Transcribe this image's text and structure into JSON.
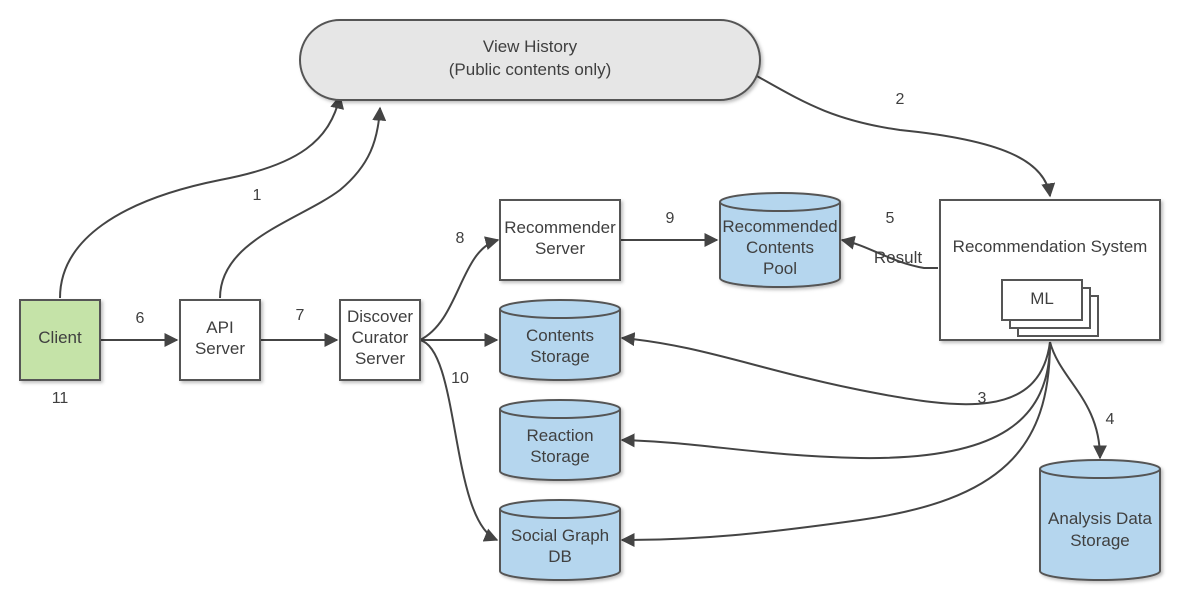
{
  "colors": {
    "client_fill": "#c5e3a8",
    "box_fill": "#ffffff",
    "storage_fill": "#b5d6ee",
    "history_fill": "#e6e6e6",
    "stroke": "#555555"
  },
  "nodes": {
    "view_history": {
      "line1": "View History",
      "line2": "(Public contents only)"
    },
    "client": {
      "label": "Client",
      "step": "11"
    },
    "api_server": {
      "line1": "API",
      "line2": "Server"
    },
    "discover_curator": {
      "line1": "Discover",
      "line2": "Curator",
      "line3": "Server"
    },
    "recommender_server": {
      "line1": "Recommender",
      "line2": "Server"
    },
    "recommended_pool": {
      "line1": "Recommended",
      "line2": "Contents",
      "line3": "Pool"
    },
    "recommendation_system": {
      "label": "Recommendation System",
      "ml": "ML"
    },
    "contents_storage": {
      "line1": "Contents",
      "line2": "Storage"
    },
    "reaction_storage": {
      "line1": "Reaction",
      "line2": "Storage"
    },
    "social_graph_db": {
      "line1": "Social Graph",
      "line2": "DB"
    },
    "analysis_storage": {
      "line1": "Analysis Data",
      "line2": "Storage"
    }
  },
  "edges": {
    "e1": "1",
    "e2": "2",
    "e3": "3",
    "e4": "4",
    "e5": "5",
    "result": "Result",
    "e6": "6",
    "e7": "7",
    "e8": "8",
    "e9": "9",
    "e10": "10"
  }
}
